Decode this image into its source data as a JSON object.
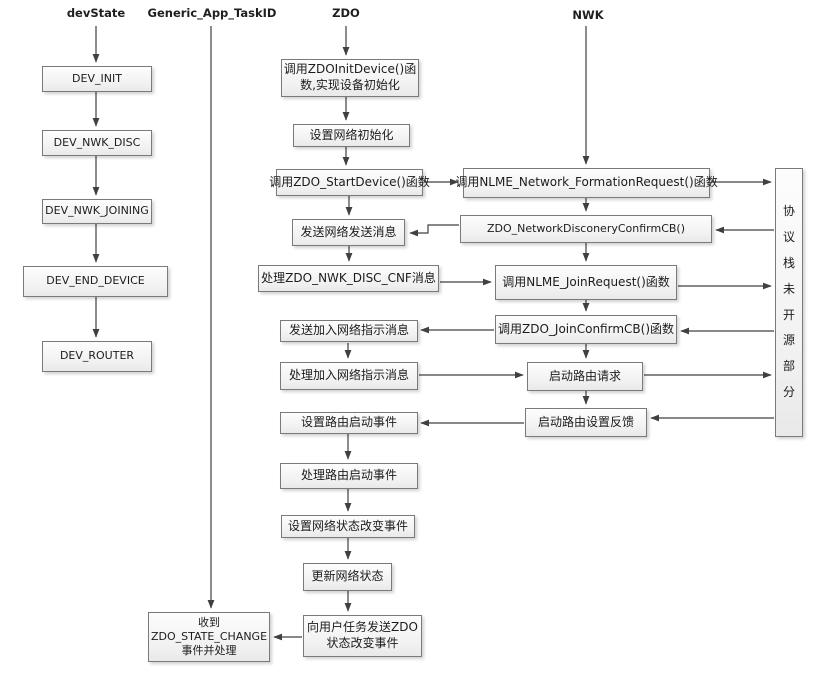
{
  "lifelines": {
    "devstate": "devState",
    "generic_app_taskid": "Generic_App_TaskID",
    "zdo": "ZDO",
    "nwk": "NWK"
  },
  "state_boxes": {
    "dev_init": "DEV_INIT",
    "dev_nwk_disc": "DEV_NWK_DISC",
    "dev_nwk_joining": "DEV_NWK_JOINING",
    "dev_end_device": "DEV_END_DEVICE",
    "dev_router": "DEV_ROUTER"
  },
  "zdo_boxes": {
    "init_device": [
      "调用ZDOInitDevice()函",
      "数,实现设备初始化"
    ],
    "set_network_init": "设置网络初始化",
    "start_device": "调用ZDO_StartDevice()函数",
    "send_network_msg": "发送网络发送消息",
    "handle_nwk_disc_cnf": "处理ZDO_NWK_DISC_CNF消息",
    "send_join_indication": "发送加入网络指示消息",
    "handle_join_indication": "处理加入网络指示消息",
    "set_router_start_event": "设置路由启动事件",
    "handle_router_start_event": "处理路由启动事件",
    "set_network_state_change_event": "设置网络状态改变事件",
    "update_network_state": "更新网络状态",
    "send_zdo_state_change": [
      "向用户任务发送ZDO",
      "状态改变事件"
    ]
  },
  "nwk_boxes": {
    "network_formation_request": "调用NLME_Network_FormationRequest()函数",
    "network_disconery_confirm": "ZDO_NetworkDisconeryConfirmCB()",
    "join_request": "调用NLME_JoinRequest()函数",
    "join_confirm": "调用ZDO_JoinConfirmCB()函数",
    "start_router_request": "启动路由请求",
    "start_router_feedback": "启动路由设置反馈"
  },
  "task_boxes": {
    "receive_state_change": [
      "收到",
      "ZDO_STATE_CHANGE",
      "事件并处理"
    ]
  },
  "side_note": {
    "protocol_stack_closed": [
      "协",
      "议",
      "栈",
      "未",
      "开",
      "源",
      "部",
      "分"
    ]
  },
  "colors": {
    "line": "#404040",
    "box_border": "#7a7a7a",
    "box_fill": "#f1f1f1",
    "text": "#1c1c1c"
  }
}
